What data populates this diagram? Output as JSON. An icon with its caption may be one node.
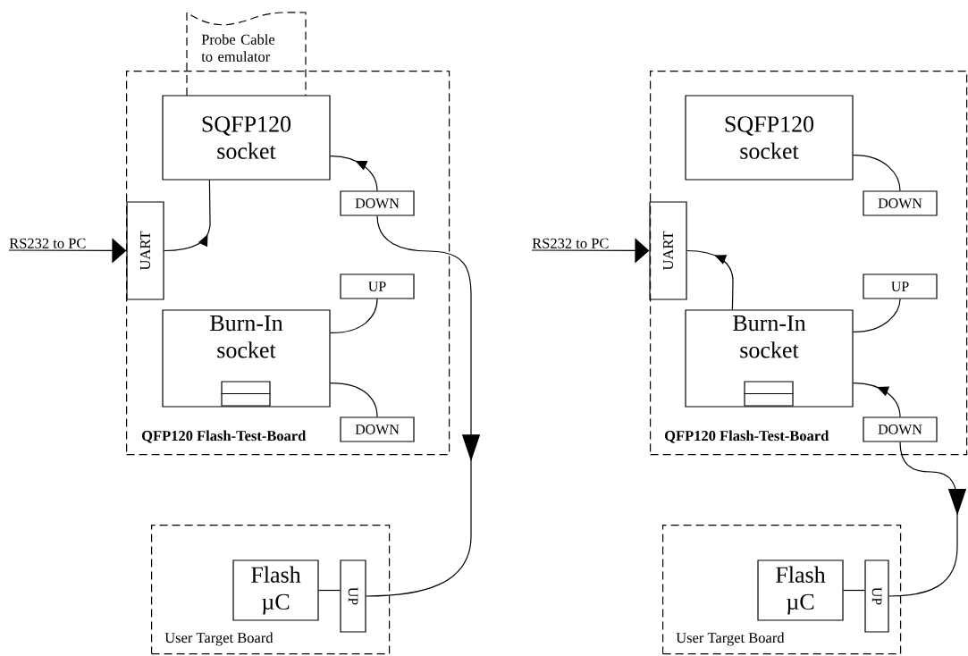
{
  "diagram": {
    "nodes": [
      {
        "text": [
          "QFP120 Flash-Test-Board"
        ]
      },
      {
        "text": [
          "Probe Cable to emulator"
        ]
      },
      {
        "text": [
          "SQFP120 socket"
        ],
        "in": 0
      },
      {
        "text": [
          "UART"
        ],
        "in": 0
      },
      {
        "text": [
          "DOWN"
        ],
        "in": 0
      },
      {
        "text": [
          "UP"
        ],
        "in": 0
      },
      {
        "text": [
          "Burn-In socket"
        ],
        "in": 0
      },
      {
        "text": [],
        "shape": "box",
        "in": 6
      },
      {
        "text": [
          "DOWN"
        ],
        "in": 0
      },
      {
        "text": [
          "RS232 to PC"
        ]
      },
      {
        "text": [
          "User Target Board"
        ]
      },
      {
        "text": [
          "Flash µC"
        ],
        "in": 10
      },
      {
        "text": [
          "UP"
        ],
        "in": 10
      },
      {
        "text": [
          "QFP120 Flash-Test-Board"
        ]
      },
      {
        "text": [
          "SQFP120 socket"
        ],
        "in": 13
      },
      {
        "text": [
          "UART"
        ],
        "in": 13
      },
      {
        "text": [
          "DOWN"
        ],
        "in": 13
      },
      {
        "text": [
          "UP"
        ],
        "in": 13
      },
      {
        "text": [
          "Burn-In socket"
        ],
        "in": 13
      },
      {
        "text": [],
        "shape": "box",
        "in": 18
      },
      {
        "text": [
          "DOWN"
        ],
        "in": 13
      },
      {
        "text": [
          "RS232 to PC"
        ]
      },
      {
        "text": [
          "User Target Board"
        ]
      },
      {
        "text": [
          "Flash µC"
        ],
        "in": 22
      },
      {
        "text": [
          "UP"
        ],
        "in": 22
      }
    ],
    "edges": [
      {
        "from": 9,
        "to": 3,
        "arrow": "to"
      },
      {
        "from": 3,
        "to": 2,
        "arrow": "to"
      },
      {
        "from": 4,
        "to": 2,
        "arrow": "to"
      },
      {
        "from": 6,
        "to": 5,
        "arrow": "none"
      },
      {
        "from": 6,
        "to": 8,
        "arrow": "none"
      },
      {
        "from": 4,
        "to": 12,
        "arrow": "to"
      },
      {
        "from": 11,
        "to": 12,
        "arrow": "none"
      },
      {
        "from": 21,
        "to": 15,
        "arrow": "to"
      },
      {
        "from": 18,
        "to": 15,
        "arrow": "to"
      },
      {
        "from": 14,
        "to": 16,
        "arrow": "none"
      },
      {
        "from": 18,
        "to": 17,
        "arrow": "none"
      },
      {
        "from": 20,
        "to": 18,
        "arrow": "to"
      },
      {
        "from": 20,
        "to": 24,
        "arrow": "to"
      },
      {
        "from": 23,
        "to": 24,
        "arrow": "none"
      }
    ]
  }
}
